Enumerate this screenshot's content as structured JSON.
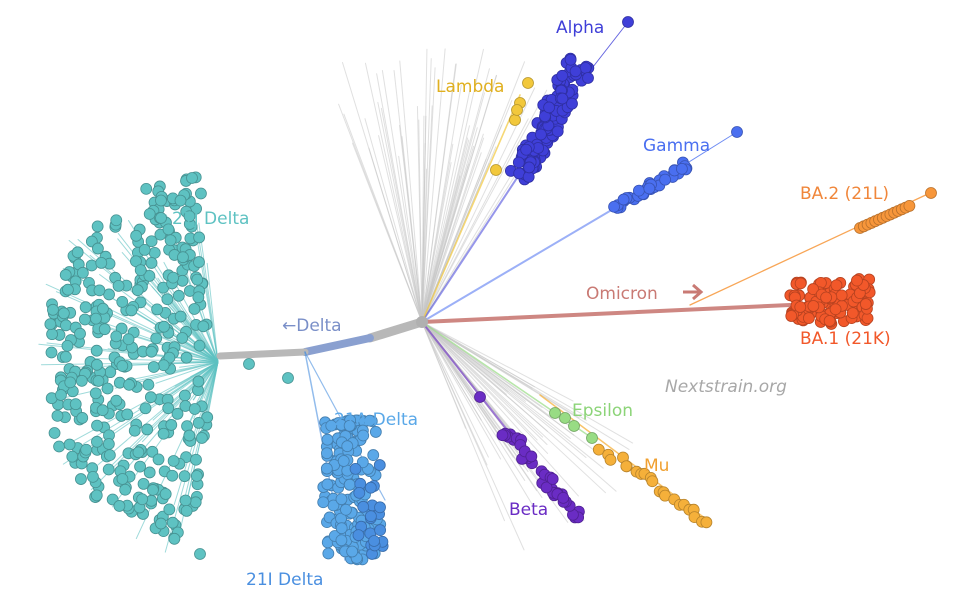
{
  "watermark": "Nextstrain.org",
  "colors": {
    "delta21J": "#5ec2c2",
    "delta21A": "#5aa8e8",
    "delta21I": "#4a8fe0",
    "alpha": "#3f3fd8",
    "lambda": "#f2c83c",
    "gamma": "#4a6ff0",
    "omicron_branch": "#c97a74",
    "ba1": "#f2582a",
    "ba2": "#f7963a",
    "beta": "#6a2cc4",
    "epsilon": "#98dc84",
    "mu": "#f5b03a",
    "backbone": "#b8b8b8",
    "delta_branch": "#8aa0d0",
    "thin_branches": "#c7c7c7"
  },
  "clades": {
    "alpha": "Alpha",
    "lambda": "Lambda",
    "gamma": "Gamma",
    "ba2": "BA.2 (21L)",
    "omicron": "Omicron",
    "ba1": "BA.1 (21K)",
    "delta_arrow": "←Delta",
    "delta21J": "21J Delta",
    "delta21A": "21A Delta",
    "delta21I": "21I Delta",
    "epsilon": "Epsilon",
    "mu": "Mu",
    "beta": "Beta"
  }
}
